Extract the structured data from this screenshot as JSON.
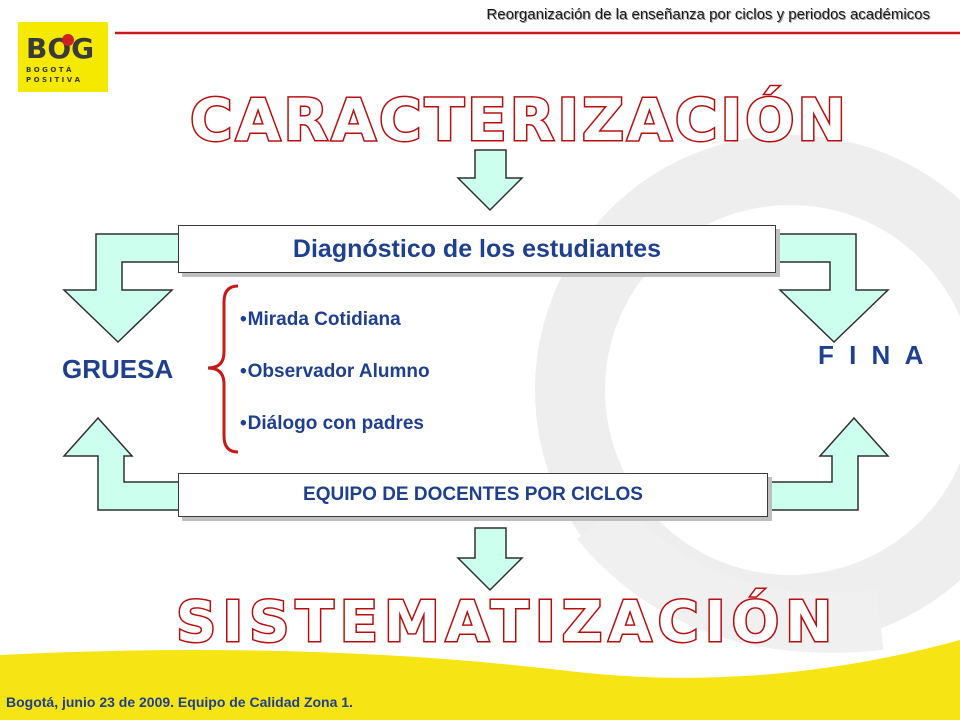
{
  "header": {
    "title": "Reorganización de la enseñanza por ciclos  y periodos académicos"
  },
  "logo": {
    "letters": "BOG",
    "subtitle_line1": "B O G O T Á",
    "subtitle_line2": "P O S I T I V A"
  },
  "diagram": {
    "top_word": "CARACTERIZACIÓN",
    "diagnostic_box": "Diagnóstico de los estudiantes",
    "left_label": "GRUESA",
    "right_label": "F I N A",
    "bullets": [
      "Mirada Cotidiana",
      "Observador Alumno",
      "Diálogo con padres"
    ],
    "team_box": "EQUIPO DE DOCENTES POR CICLOS",
    "bottom_word": "SISTEMATIZACIÓN"
  },
  "footer": {
    "text": "Bogotá, junio 23 de 2009.  Equipo de Calidad Zona 1."
  },
  "colors": {
    "accent_red": "#c81818",
    "arrow_fill": "#ccffee",
    "text_blue": "#1f3f8f",
    "footer_yellow": "#f7e414",
    "watermark": "#eeeeee"
  }
}
